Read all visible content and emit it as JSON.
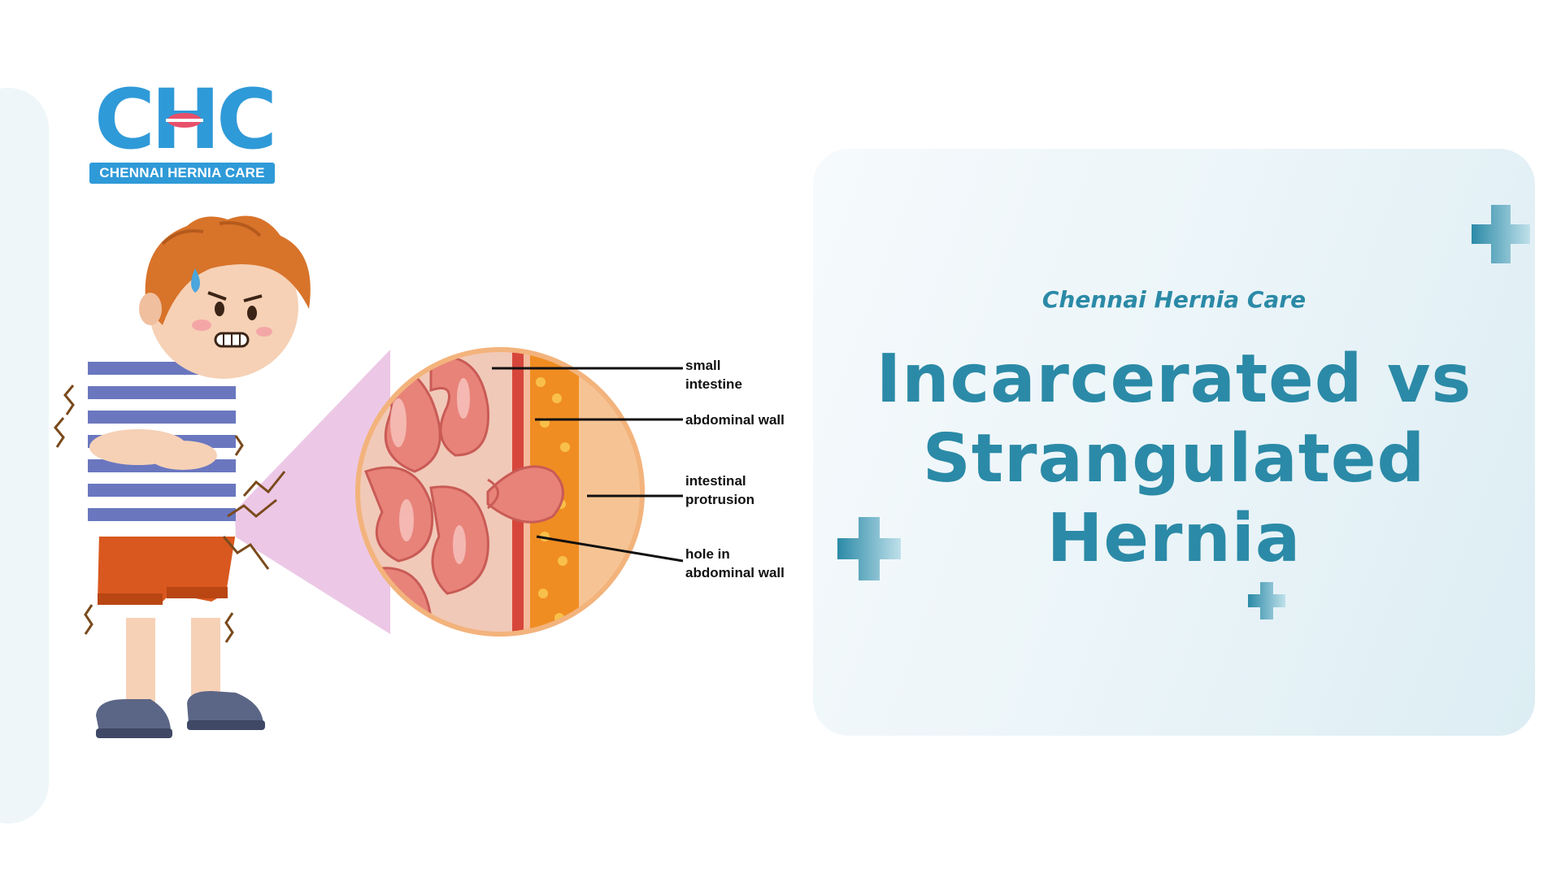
{
  "brand": {
    "logo_letters": "CHC",
    "logo_subtitle": "CHENNAI HERNIA CARE",
    "blue": "#2f9ad8",
    "pink": "#e8506a"
  },
  "illustration": {
    "icon": "boy-with-stomach-pain-and-hernia-cross-section",
    "labels": {
      "small_intestine_1": "small",
      "small_intestine_2": "intestine",
      "abdominal_wall": "abdominal wall",
      "intestinal_protrusion_1": "intestinal",
      "intestinal_protrusion_2": "protrusion",
      "hole_1": "hole in",
      "hole_2": "abdominal wall"
    }
  },
  "panel": {
    "subtitle": "Chennai Hernia Care",
    "title_line1": "Incarcerated vs",
    "title_line2": "Strangulated Hernia",
    "accent": "#2b8aa7"
  }
}
